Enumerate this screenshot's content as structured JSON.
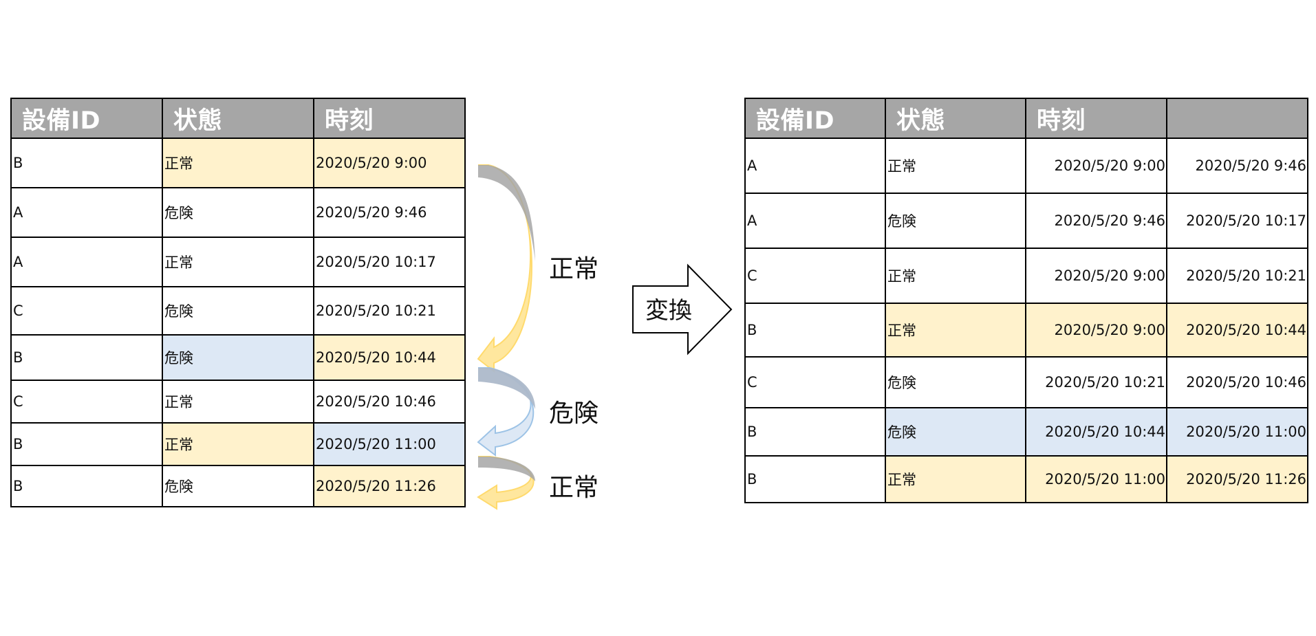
{
  "left_table": {
    "headers": [
      "設備ID",
      "状態",
      "時刻"
    ],
    "rows": [
      {
        "id": "B",
        "status": "正常",
        "time": "2020/5/20 9:00",
        "status_hl": "orange",
        "time_hl": "orange"
      },
      {
        "id": "A",
        "status": "危険",
        "time": "2020/5/20 9:46",
        "status_hl": "",
        "time_hl": ""
      },
      {
        "id": "A",
        "status": "正常",
        "time": "2020/5/20 10:17",
        "status_hl": "",
        "time_hl": ""
      },
      {
        "id": "C",
        "status": "危険",
        "time": "2020/5/20 10:21",
        "status_hl": "",
        "time_hl": ""
      },
      {
        "id": "B",
        "status": "危険",
        "time": "2020/5/20 10:44",
        "status_hl": "blue",
        "time_hl": "orange"
      },
      {
        "id": "C",
        "status": "正常",
        "time": "2020/5/20 10:46",
        "status_hl": "",
        "time_hl": ""
      },
      {
        "id": "B",
        "status": "正常",
        "time": "2020/5/20 11:00",
        "status_hl": "orange",
        "time_hl": "blue"
      },
      {
        "id": "B",
        "status": "危険",
        "time": "2020/5/20 11:26",
        "status_hl": "",
        "time_hl": "orange"
      }
    ]
  },
  "arrow_labels": [
    "正常",
    "危険",
    "正常"
  ],
  "convert_label": "変換",
  "right_table": {
    "headers": [
      "設備ID",
      "状態",
      "時刻",
      ""
    ],
    "rows": [
      {
        "id": "A",
        "status": "正常",
        "start": "2020/5/20 9:00",
        "end": "2020/5/20 9:46",
        "hl": ""
      },
      {
        "id": "A",
        "status": "危険",
        "start": "2020/5/20 9:46",
        "end": "2020/5/20 10:17",
        "hl": ""
      },
      {
        "id": "C",
        "status": "正常",
        "start": "2020/5/20 9:00",
        "end": "2020/5/20 10:21",
        "hl": ""
      },
      {
        "id": "B",
        "status": "正常",
        "start": "2020/5/20 9:00",
        "end": "2020/5/20 10:44",
        "hl": "orange"
      },
      {
        "id": "C",
        "status": "危険",
        "start": "2020/5/20 10:21",
        "end": "2020/5/20 10:46",
        "hl": ""
      },
      {
        "id": "B",
        "status": "危険",
        "start": "2020/5/20 10:44",
        "end": "2020/5/20 11:00",
        "hl": "blue"
      },
      {
        "id": "B",
        "status": "正常",
        "start": "2020/5/20 11:00",
        "end": "2020/5/20 11:26",
        "hl": "orange"
      }
    ]
  },
  "colors": {
    "header_bg": "#a6a6a6",
    "highlight_orange": "#fff2cc",
    "highlight_blue": "#dde8f5",
    "arrow_orange": "#ffd966",
    "arrow_blue": "#9dc3e6",
    "arrow_shadow": "#a6a6a6"
  }
}
